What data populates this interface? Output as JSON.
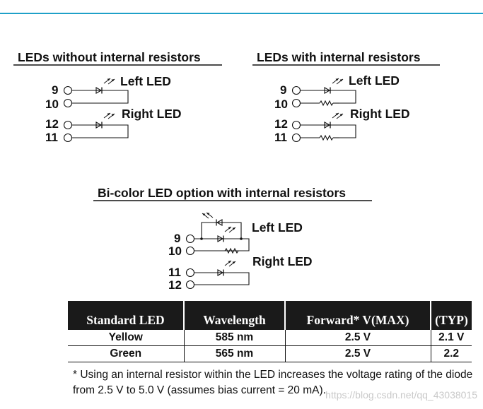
{
  "sections": {
    "without": {
      "title": "LEDs without internal resistors",
      "left_led": "Left LED",
      "right_led": "Right LED",
      "pins": [
        "9",
        "10",
        "12",
        "11"
      ]
    },
    "with": {
      "title": "LEDs with internal resistors",
      "left_led": "Left LED",
      "right_led": "Right LED",
      "pins": [
        "9",
        "10",
        "12",
        "11"
      ]
    },
    "bicolor": {
      "title": "Bi-color LED option with internal resistors",
      "left_led": "Left LED",
      "right_led": "Right LED",
      "pins": [
        "9",
        "10",
        "11",
        "12"
      ]
    }
  },
  "table": {
    "headers": [
      "Standard LED",
      "Wavelength",
      "Forward*  V(MAX)",
      "(TYP)"
    ],
    "rows": [
      [
        "Yellow",
        "585 nm",
        "2.5 V",
        "2.1 V"
      ],
      [
        "Green",
        "565 nm",
        "2.5 V",
        "2.2"
      ]
    ]
  },
  "footnote": "* Using an internal resistor within the LED increases the voltage rating of the diode from 2.5 V to 5.0 V (assumes bias current = 20 mA).",
  "watermark": "https://blog.csdn.net/qq_43038015",
  "colors": {
    "top_rule": "#1fa0c8"
  }
}
